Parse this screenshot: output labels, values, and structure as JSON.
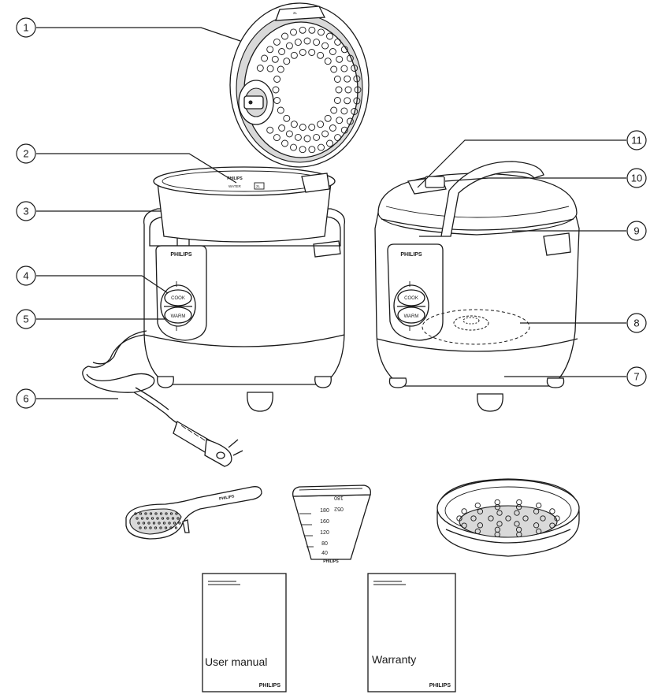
{
  "brand": "PHILIPS",
  "control_buttons": {
    "cook": "COOK",
    "warm": "WARM"
  },
  "inner_pot_markings": {
    "water": "WATER",
    "capacity": "2L"
  },
  "measuring_cup_marks": [
    "180",
    "160",
    "120",
    "80",
    "40"
  ],
  "measuring_cup_top_marks": [
    "180",
    "052"
  ],
  "callouts": [
    {
      "number": "1",
      "side": "left"
    },
    {
      "number": "2",
      "side": "left"
    },
    {
      "number": "3",
      "side": "left"
    },
    {
      "number": "4",
      "side": "left"
    },
    {
      "number": "5",
      "side": "left"
    },
    {
      "number": "6",
      "side": "left"
    },
    {
      "number": "7",
      "side": "right"
    },
    {
      "number": "8",
      "side": "right"
    },
    {
      "number": "9",
      "side": "right"
    },
    {
      "number": "10",
      "side": "right"
    },
    {
      "number": "11",
      "side": "right"
    }
  ],
  "documents": [
    {
      "title": "User manual",
      "brand": "PHILIPS"
    },
    {
      "title": "Warranty",
      "brand": "PHILIPS"
    }
  ],
  "colors": {
    "line": "#1a1a1a",
    "fill_light": "#ffffff",
    "fill_grey": "#d9d9d9"
  }
}
